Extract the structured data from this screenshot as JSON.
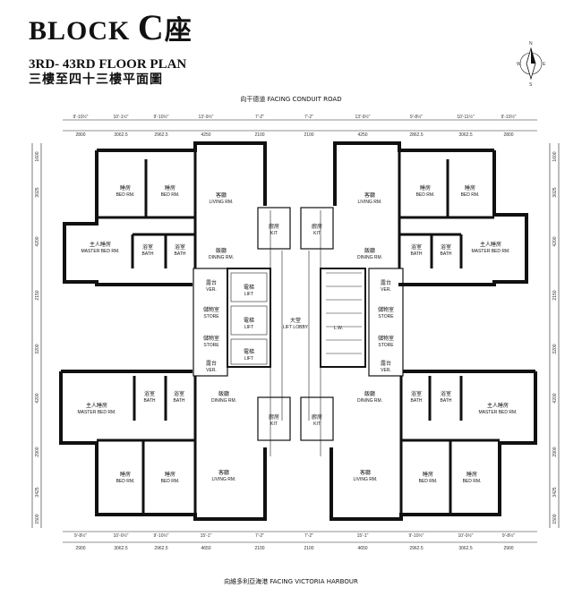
{
  "header": {
    "block_word": "BLOCK",
    "block_letter": "C",
    "block_zh": "座",
    "floor_en": "3RD- 43RD FLOOR PLAN",
    "floor_zh": "三樓至四十三樓平面圖"
  },
  "compass": {
    "north": "N",
    "south": "S",
    "west": "W",
    "east": "E"
  },
  "roads": {
    "top": "向干德道  FACING CONDUIT ROAD",
    "bottom": "向維多利亞海港  FACING VICTORIA HARBOUR"
  },
  "rooms": {
    "bed_zh": "睡房",
    "bed_en": "BED RM.",
    "master_zh": "主人睡房",
    "master_en": "MASTER BED RM.",
    "living_zh": "客廳",
    "living_en": "LIVING RM.",
    "dining_zh": "飯廳",
    "dining_en": "DINING RM.",
    "kit_zh": "廚房",
    "kit_en": "KIT",
    "bath_zh": "浴室",
    "bath_en": "BATH",
    "lift_zh": "電梯",
    "lift_en": "LIFT",
    "lobby_zh": "大堂",
    "lobby_en": "LIFT LOBBY",
    "store_zh": "儲物室",
    "store_en": "STORE",
    "ver_zh": "露台",
    "ver_en": "VER.",
    "lw_en": "L.W."
  },
  "dims": {
    "top_ft": [
      "9'-10½\"",
      "10'-1½\"",
      "9'-10½\"",
      "13'-9½\"",
      "7'-2\"",
      "7'-2\"",
      "13'-9½\"",
      "9'-8½\"",
      "10'-11½\"",
      "9'-10½\""
    ],
    "top_mm": [
      "2800",
      "3062.5",
      "2962.5",
      "4250",
      "2100",
      "2100",
      "4250",
      "2862.5",
      "3062.5",
      "2800"
    ],
    "bottom_ft": [
      "9'-8½\"",
      "10'-0½\"",
      "9'-10½\"",
      "15'-1\"",
      "7'-2\"",
      "7'-2\"",
      "15'-1\"",
      "9'-10½\"",
      "10'-0½\"",
      "9'-8½\""
    ],
    "bottom_mm": [
      "2900",
      "3062.5",
      "2962.5",
      "4650",
      "2100",
      "2100",
      "4650",
      "2962.5",
      "3062.5",
      "2900"
    ],
    "side_mm": [
      "1600",
      "3025",
      "4200",
      "2150",
      "3200",
      "4200",
      "2900",
      "3425",
      "1500"
    ]
  }
}
